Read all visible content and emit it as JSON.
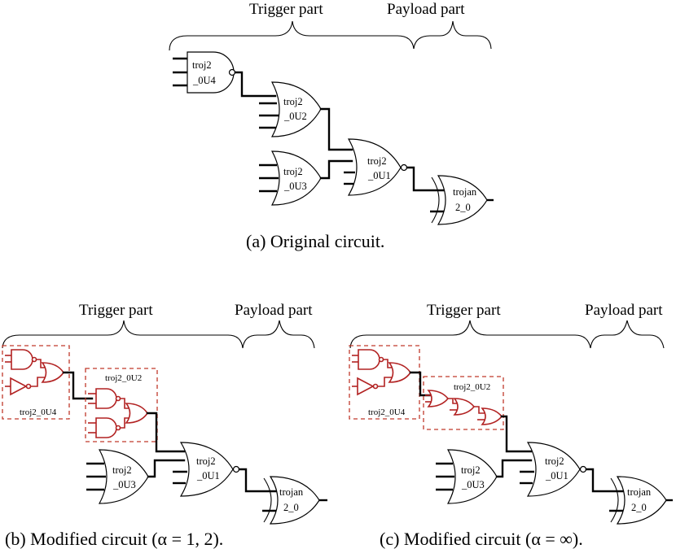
{
  "figures": [
    {
      "caption": "(a) Original circuit.",
      "trigger_label": "Trigger part",
      "payload_label": "Payload part",
      "gates": {
        "u4": [
          "troj2",
          "_0U4"
        ],
        "u2": [
          "troj2",
          "_0U2"
        ],
        "u3": [
          "troj2",
          "_0U3"
        ],
        "u1": [
          "troj2",
          "_0U1"
        ],
        "xor": [
          "trojan",
          "2_0"
        ]
      }
    },
    {
      "caption": "(b) Modified circuit (α = 1, 2).",
      "trigger_label": "Trigger part",
      "payload_label": "Payload part",
      "module_u4": "troj2_0U4",
      "module_u2": "troj2_0U2",
      "gates": {
        "u3": [
          "troj2",
          "_0U3"
        ],
        "u1": [
          "troj2",
          "_0U1"
        ],
        "xor": [
          "trojan",
          "2_0"
        ]
      }
    },
    {
      "caption": "(c) Modified circuit (α = ∞).",
      "trigger_label": "Trigger part",
      "payload_label": "Payload part",
      "module_u4": "troj2_0U4",
      "module_u2": "troj2_0U2",
      "gates": {
        "u3": [
          "troj2",
          "_0U3"
        ],
        "u1": [
          "troj2",
          "_0U1"
        ],
        "xor": [
          "trojan",
          "2_0"
        ]
      }
    }
  ]
}
